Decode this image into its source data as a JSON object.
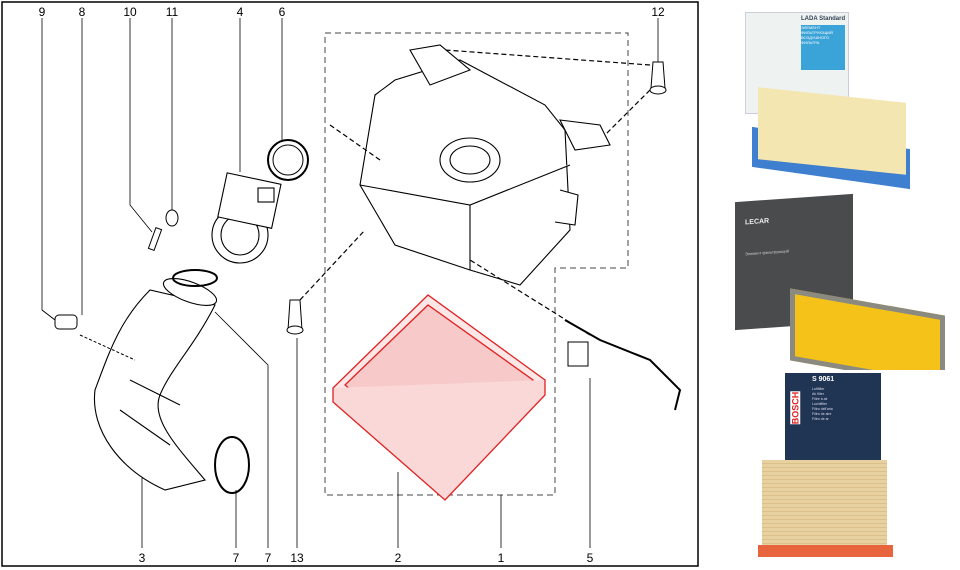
{
  "diagram": {
    "callouts_top": [
      "9",
      "8",
      "10",
      "11",
      "4",
      "6",
      "12"
    ],
    "callouts_bottom": [
      "3",
      "7",
      "7",
      "13",
      "2",
      "1",
      "5"
    ]
  },
  "products": [
    {
      "brand": "LADA Standard",
      "box_text": "ЭЛЕМЕНТ ФИЛЬТРУЮЩИЙ ВОЗДУШНОГО ФИЛЬТРА",
      "filter_color": "#f3e6b0",
      "frame_color": "#3f7fd0"
    },
    {
      "brand": "LECAR",
      "box_text": "Элемент фильтрующий",
      "filter_color": "#f5c21a",
      "frame_color": "#8a8a80"
    },
    {
      "brand": "BOSCH",
      "code": "S 9061",
      "box_text": [
        "Luftfilter",
        "Air filter",
        "Filtre à air",
        "Luchtfilter",
        "Filtro dell'aria",
        "Filtro de aire",
        "Filtro de ar"
      ],
      "filter_color": "#e8d1a0",
      "frame_color": "#e8643c"
    }
  ]
}
